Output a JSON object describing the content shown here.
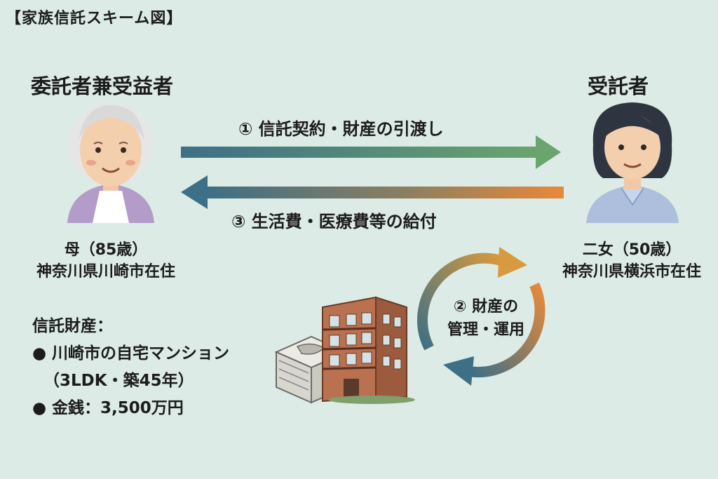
{
  "title": "【家族信託スキーム図】",
  "settlor": {
    "role": "委託者兼受益者",
    "name_age": "母（85歳）",
    "address": "神奈川県川崎市在住"
  },
  "trustee": {
    "role": "受託者",
    "name_age": "二女（50歳）",
    "address": "神奈川県横浜市在住"
  },
  "flows": {
    "step1": "① 信託契約・財産の引渡し",
    "step2_line1": "② 財産の",
    "step2_line2": "管理・運用",
    "step3": "③ 生活費・医療費等の給付"
  },
  "trust_property": {
    "heading": "信託財産：",
    "bullet": "●",
    "item1": "川崎市の自宅マンション",
    "item1_detail": "（3LDK・築45年）",
    "item2": "金銭：3,500万円"
  },
  "colors": {
    "background": "#dcebe5",
    "arrow_blue": "#3d6f86",
    "arrow_green": "#6aa46e",
    "arrow_orange": "#e8893a"
  },
  "icons": [
    "grandmother-avatar-icon",
    "woman-avatar-icon",
    "apartment-building-icon",
    "cash-stack-icon"
  ]
}
